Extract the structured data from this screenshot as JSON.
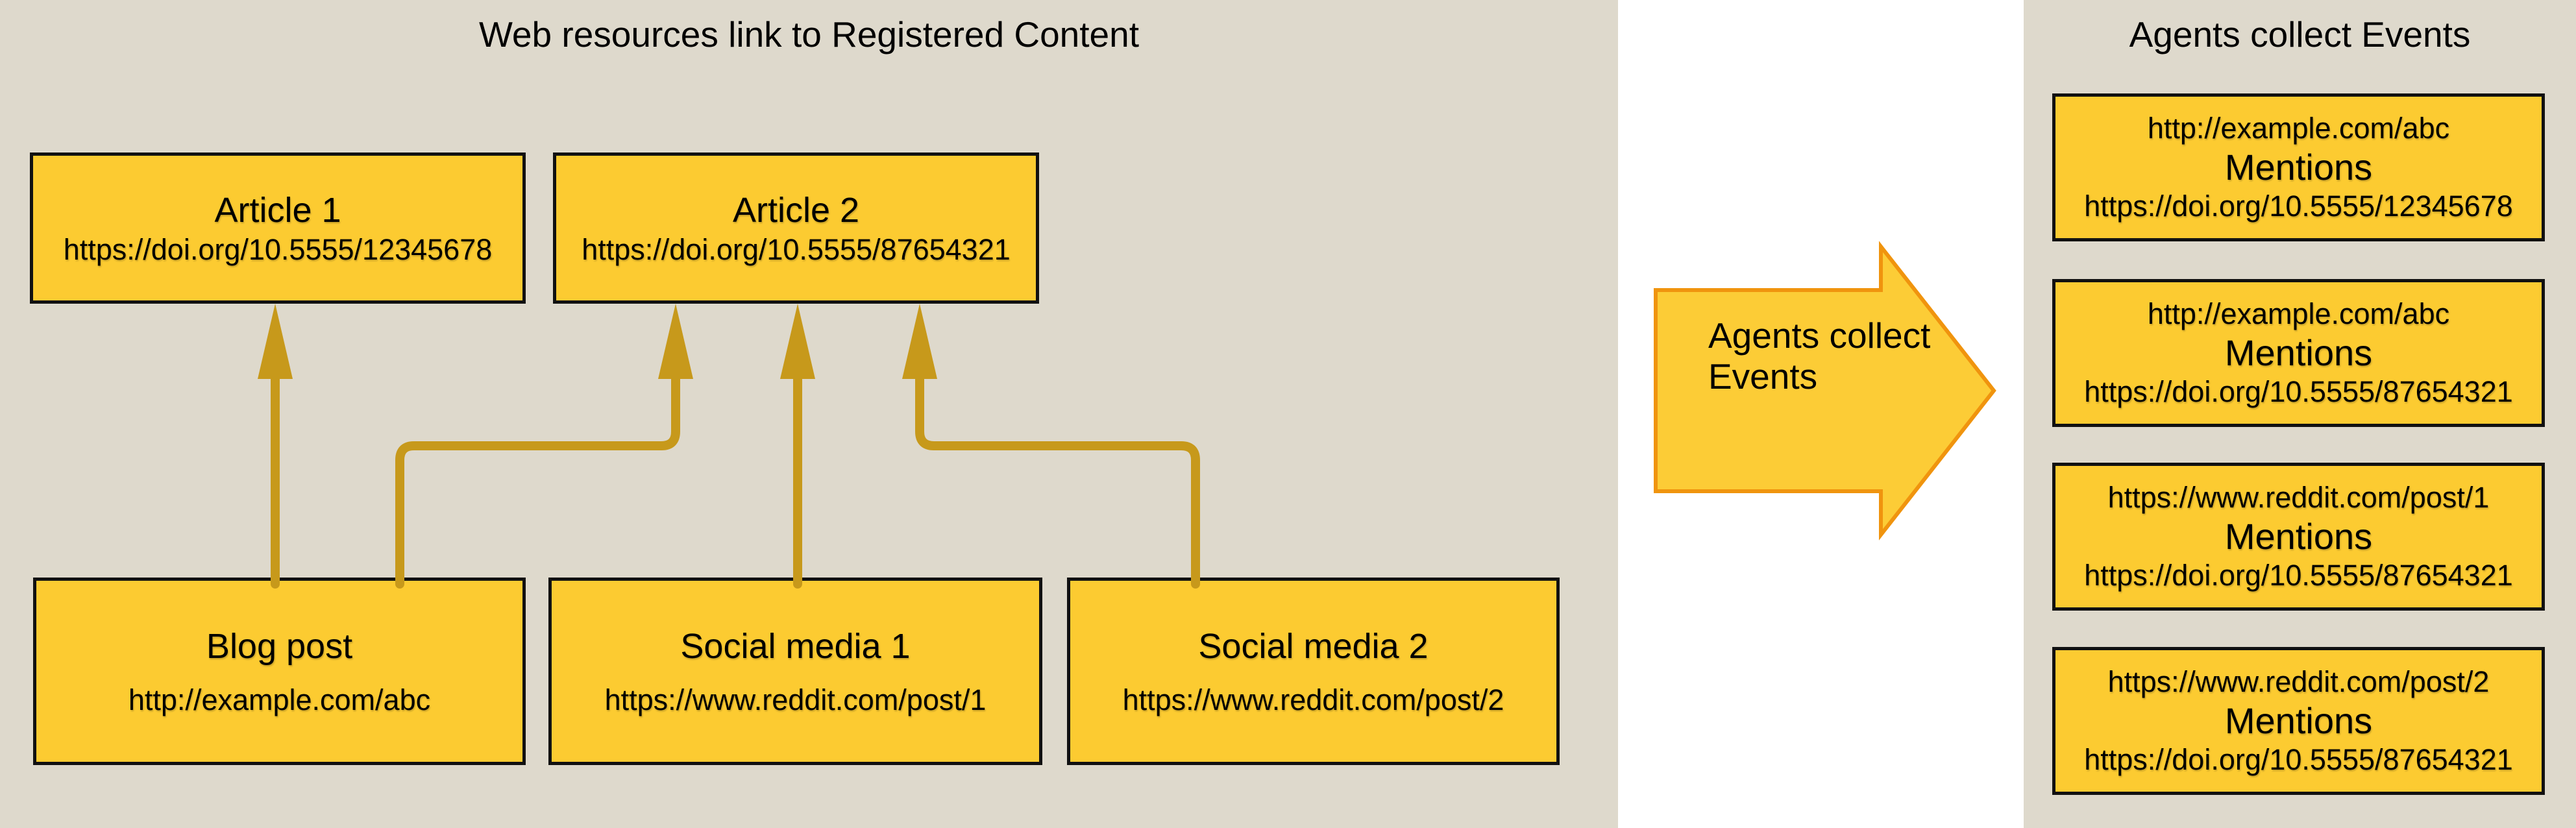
{
  "left_panel": {
    "title": "Web resources link to Registered Content",
    "articles": [
      {
        "name": "Article 1",
        "url": "https://doi.org/10.5555/12345678"
      },
      {
        "name": "Article 2",
        "url": "https://doi.org/10.5555/87654321"
      }
    ],
    "sources": [
      {
        "name": "Blog post",
        "url": "http://example.com/abc"
      },
      {
        "name": "Social media 1",
        "url": "https://www.reddit.com/post/1"
      },
      {
        "name": "Social media 2",
        "url": "https://www.reddit.com/post/2"
      }
    ],
    "links": [
      {
        "from": "Blog post",
        "to": "Article 1"
      },
      {
        "from": "Blog post",
        "to": "Article 2"
      },
      {
        "from": "Social media 1",
        "to": "Article 2"
      },
      {
        "from": "Social media 2",
        "to": "Article 2"
      }
    ]
  },
  "transition_arrow": {
    "line1": "Agents collect",
    "line2": "Events"
  },
  "right_panel": {
    "title": "Agents collect Events",
    "events": [
      {
        "subject": "http://example.com/abc",
        "relation": "Mentions",
        "object": "https://doi.org/10.5555/12345678"
      },
      {
        "subject": "http://example.com/abc",
        "relation": "Mentions",
        "object": "https://doi.org/10.5555/87654321"
      },
      {
        "subject": "https://www.reddit.com/post/1",
        "relation": "Mentions",
        "object": "https://doi.org/10.5555/87654321"
      },
      {
        "subject": "https://www.reddit.com/post/2",
        "relation": "Mentions",
        "object": "https://doi.org/10.5555/87654321"
      }
    ]
  },
  "colors": {
    "panel_background": "#DED9CC",
    "box_fill": "#FCCB31",
    "box_border": "#111111",
    "connector": "#C7991B",
    "big_arrow_fill": "#FCCC36",
    "big_arrow_border": "#F0940E",
    "text": "#000000"
  }
}
